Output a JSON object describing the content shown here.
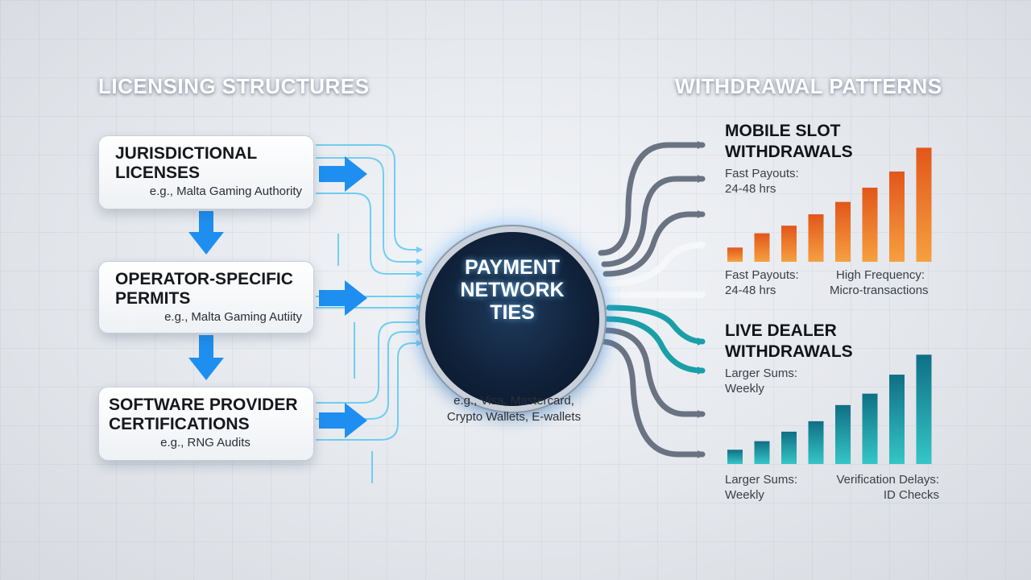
{
  "left_heading": "LICENSING STRUCTURES",
  "right_heading": "WITHDRAWAL PATTERNS",
  "licenses": [
    {
      "title": "JURISDICTIONAL LICENSES",
      "example": "e.g., Malta Gaming Authority"
    },
    {
      "title": "OPERATOR-SPECIFIC PERMITS",
      "example": "e.g., Malta Gaming Autiity"
    },
    {
      "title": "SOFTWARE PROVIDER CERTIFICATIONS",
      "example": "e.g., RNG Audits"
    }
  ],
  "hub": {
    "title": "PAYMENT NETWORK TIES",
    "example_line1": "e.g., Visa, Mastercard,",
    "example_line2": "Crypto Wallets, E-wallets"
  },
  "mobile": {
    "title_line1": "MOBILE SLOT",
    "title_line2": "WITHDRAWALS",
    "note_top": [
      "Fast Payouts:",
      "24-48 hrs"
    ],
    "note_left": [
      "Fast Payouts:",
      "24-48 hrs"
    ],
    "note_right": [
      "High Frequency:",
      "Micro-transactions"
    ]
  },
  "live": {
    "title_line1": "LIVE DEALER",
    "title_line2": "WITHDRAWALS",
    "note_top": [
      "Larger Sums:",
      "Weekly"
    ],
    "note_left": [
      "Larger Sums:",
      "Weekly"
    ],
    "note_right": [
      "Verification Delays:",
      "ID Checks"
    ]
  },
  "colors": {
    "blue_arrow": "#1e8ff0",
    "orange": "#f07a20",
    "teal": "#1a9fa8",
    "gray_arrow": "#5b6575",
    "cyan_line": "#5cc8f0"
  },
  "mobile_bars_relative": [
    0.15,
    0.3,
    0.38,
    0.5,
    0.63,
    0.78,
    0.95,
    1.2
  ],
  "live_bars_relative": [
    0.15,
    0.24,
    0.34,
    0.45,
    0.62,
    0.74,
    0.94,
    1.15
  ]
}
